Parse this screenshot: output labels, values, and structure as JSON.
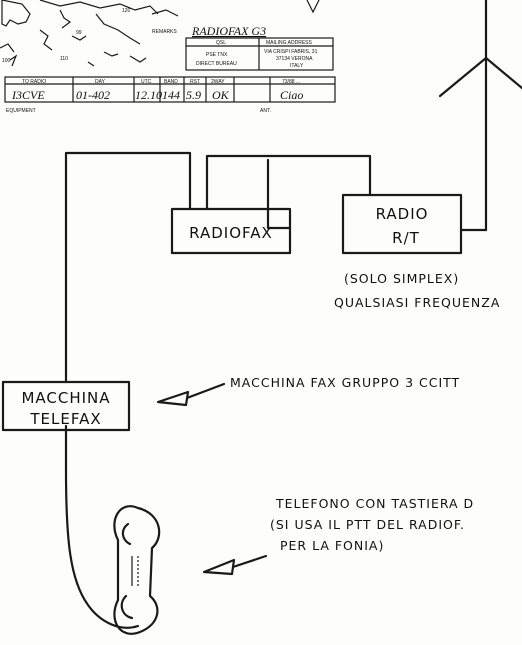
{
  "card": {
    "remarks_label": "REMARKS",
    "remarks_value": "RADIOFAX G3",
    "qsl_header": "QSL",
    "mailing_header": "MAILING ADDRESS",
    "pse_line1": "PSE TNX",
    "pse_line2": "DIRECT BUREAU",
    "address_line1": "VIA CRISPI FABRIS, 31",
    "address_line2": "37134 VERONA",
    "address_line3": "ITALY",
    "table_headers": [
      "TO RADIO",
      "DAY",
      "UTC",
      "BAND",
      "RST",
      "2WAY",
      "73/88 ..."
    ],
    "table_values": [
      "I3CVE",
      "01-402",
      "12.10",
      "144",
      "5.9",
      "OK",
      "Ciao"
    ],
    "footer_left": "EQUIPMENT",
    "footer_right": "ANT."
  },
  "boxes": {
    "radiofax": "RADIOFAX",
    "radio_line1": "RADIO",
    "radio_line2": "R/T",
    "telefax_line1": "MACCHINA",
    "telefax_line2": "TELEFAX"
  },
  "notes": {
    "simplex": "(SOLO SIMPLEX)",
    "frequency": "QUALSIASI FREQUENZA",
    "fax_group": "MACCHINA FAX GRUPPO 3 CCITT",
    "phone_line1": "TELEFONO CON TASTIERA D",
    "phone_line2": "(SI USA IL PTT DEL RADIOF.",
    "phone_line3": "PER LA FONIA)"
  }
}
